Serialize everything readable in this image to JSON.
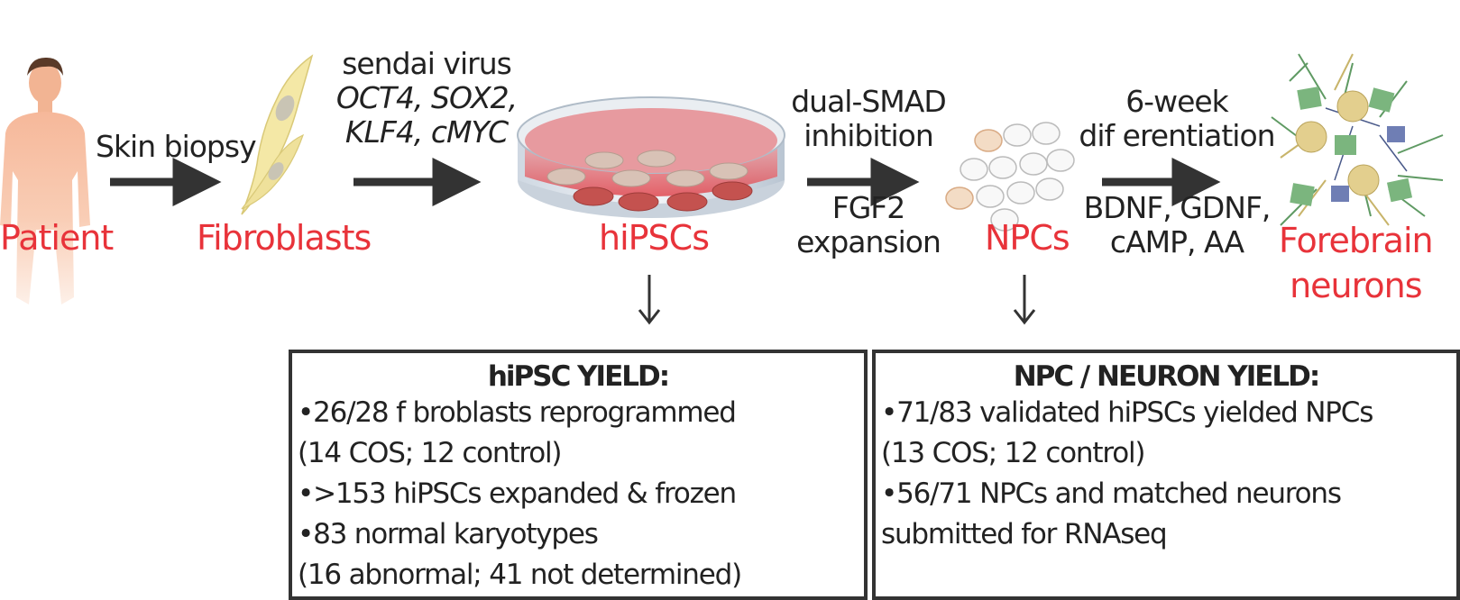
{
  "stages": {
    "patient": "Patient",
    "fibroblasts": "Fibroblasts",
    "hipscs": "hiPSCs",
    "npcs": "NPCs",
    "forebrain_line1": "Forebrain",
    "forebrain_line2": "neurons"
  },
  "steps": {
    "skin_biopsy": "Skin biopsy",
    "reprogram": {
      "line1": "sendai virus",
      "line2": "OCT4, SOX2,",
      "line3": "KLF4, cMYC"
    },
    "induction": {
      "line1": "dual-SMAD",
      "line2": "inhibition",
      "line3": "FGF2",
      "line4": "expansion"
    },
    "differentiation": {
      "line1": "6-week",
      "line2": "dif erentiation",
      "line3": "BDNF, GDNF,",
      "line4": "cAMP, AA"
    }
  },
  "hipsc_box": {
    "title": "hiPSC YIELD:",
    "lines": [
      "•26/28 f broblasts reprogrammed",
      "(14 COS; 12 control)",
      "•>153 hiPSCs expanded & frozen",
      "•83 normal karyotypes",
      "(16 abnormal; 41 not determined)"
    ]
  },
  "npc_box": {
    "title": "NPC / NEURON YIELD:",
    "lines": [
      "•71/83 validated hiPSCs yielded NPCs",
      "(13 COS; 12 control)",
      "•56/71 NPCs and matched neurons",
      "submitted for RNAseq"
    ]
  },
  "colors": {
    "stage_label": "#e8333a",
    "arrow": "#333333",
    "text": "#222222"
  }
}
